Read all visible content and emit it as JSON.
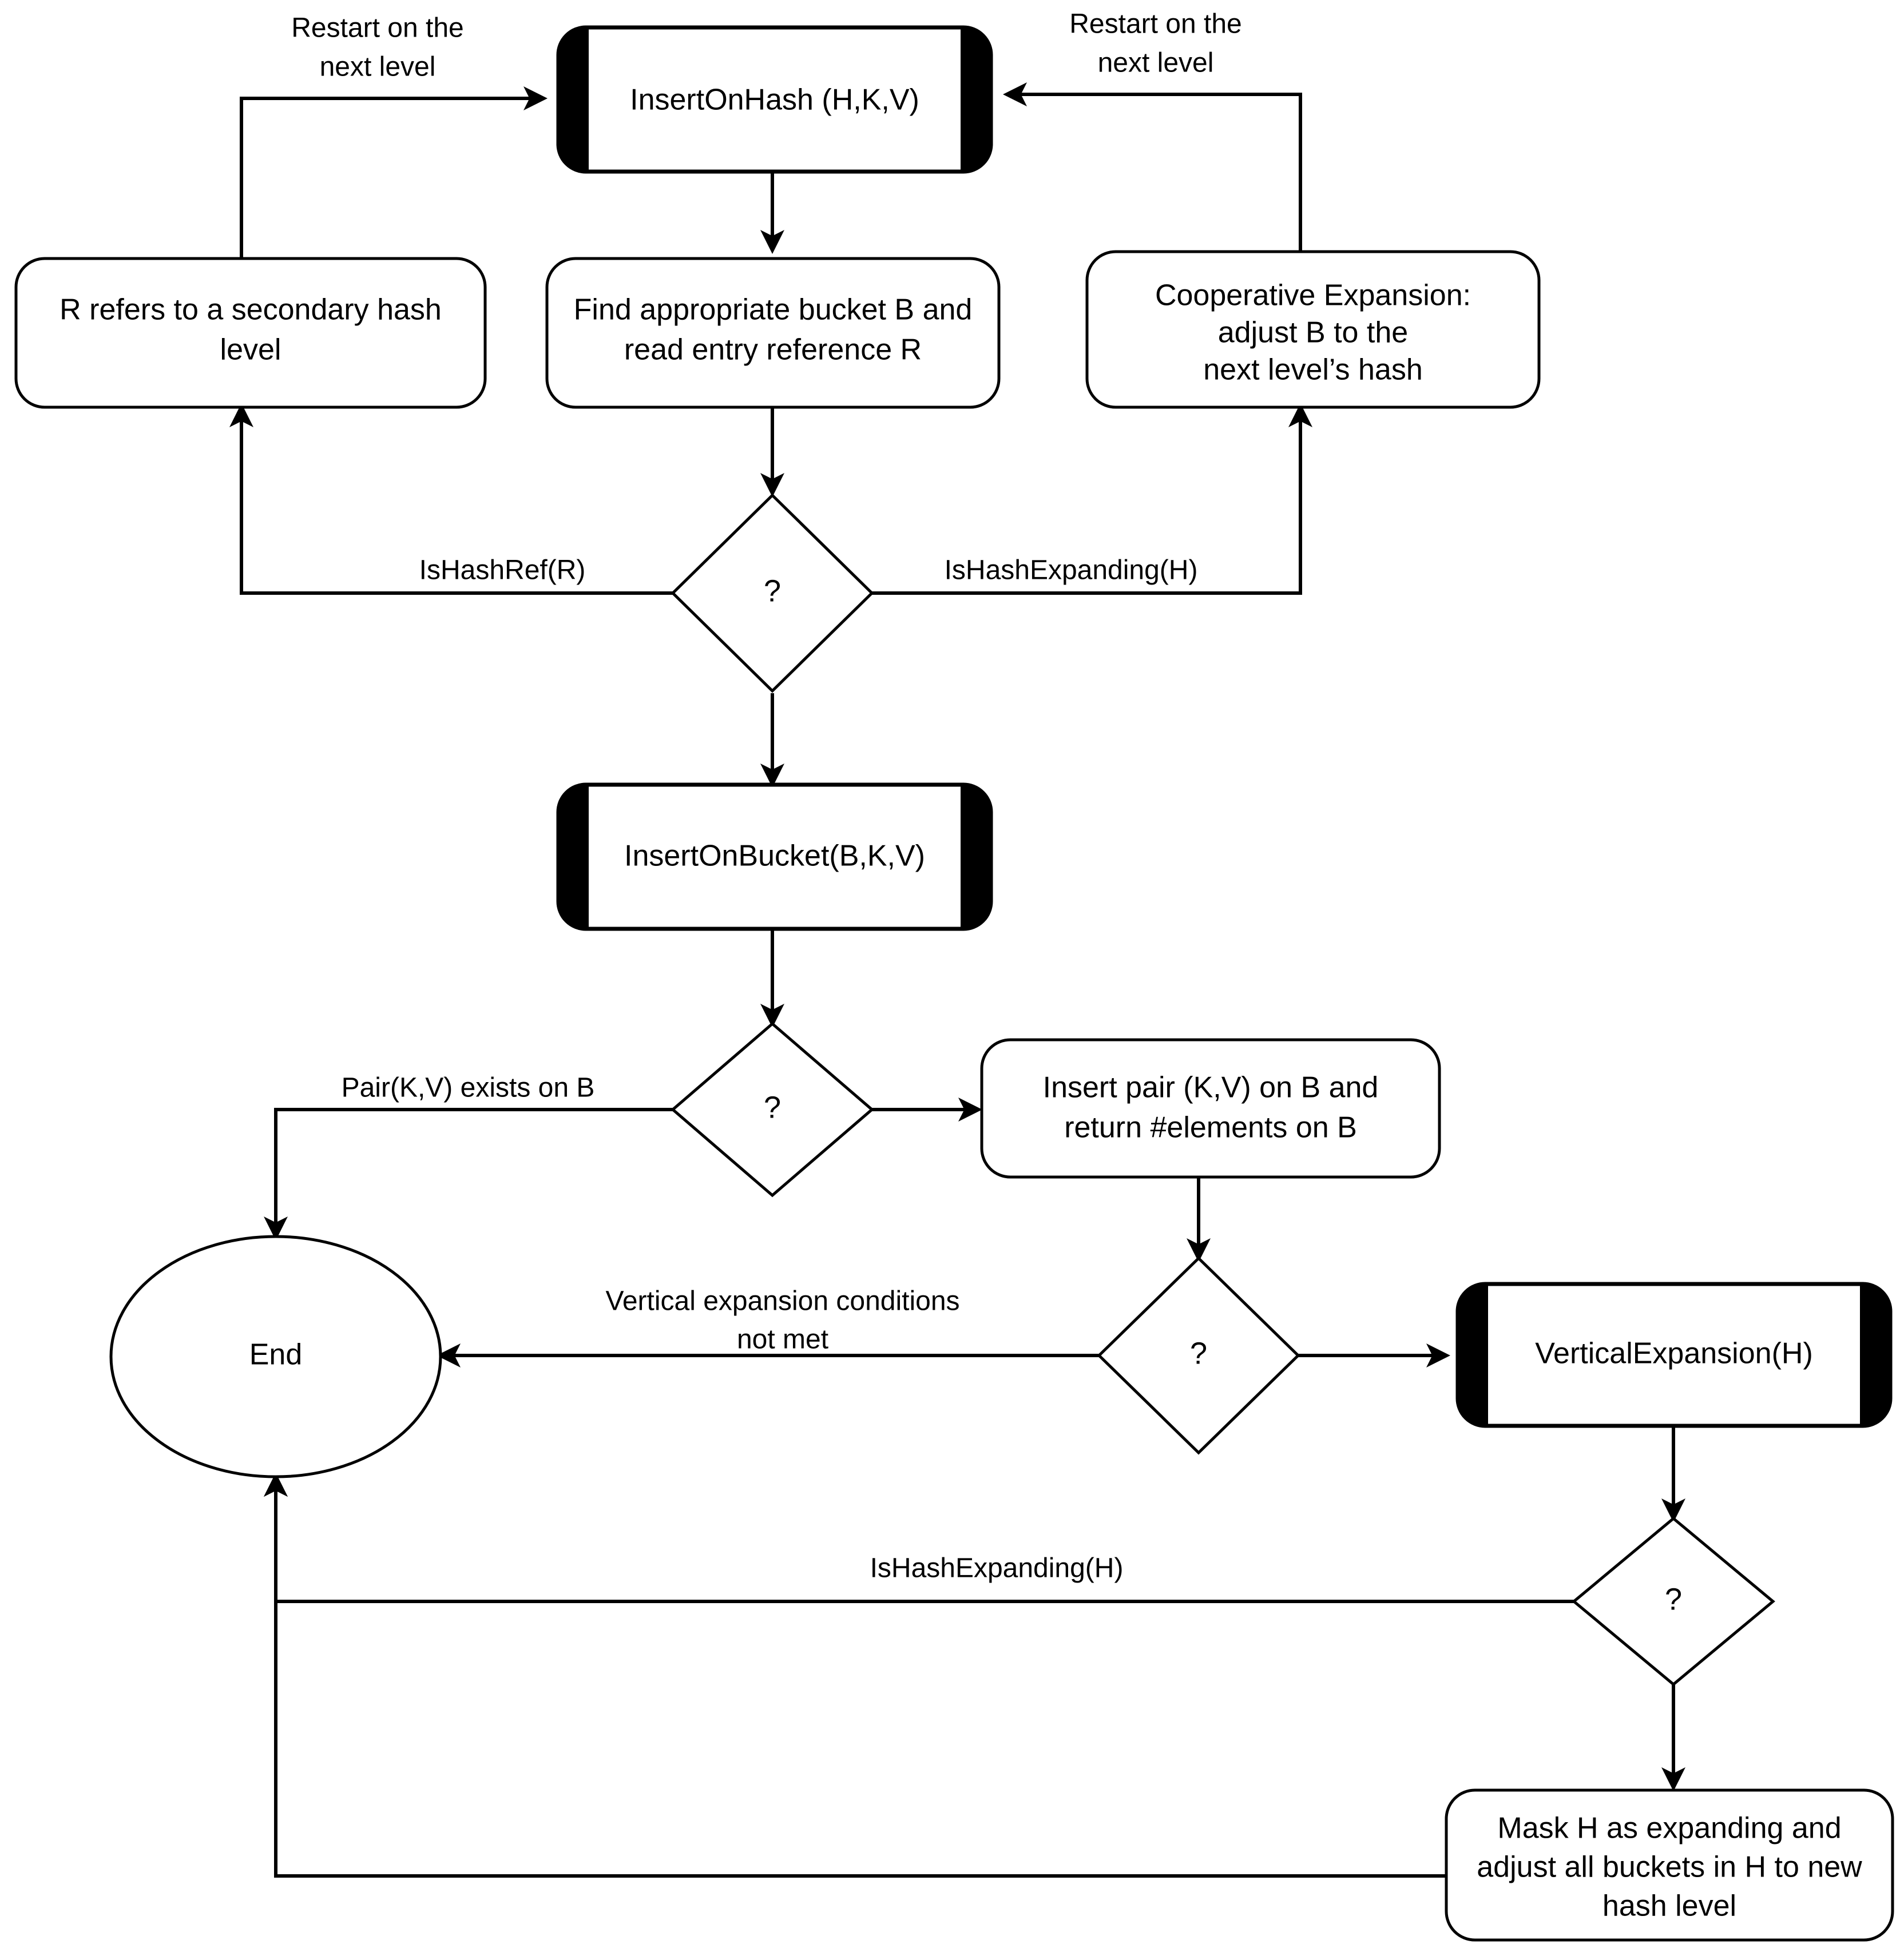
{
  "diagram": {
    "title": "InsertOnHash flowchart",
    "colors": {
      "background": "#ffffff",
      "stroke": "#000000",
      "fill": "#ffffff",
      "subroutine_bar": "#000000"
    },
    "nodes": {
      "insert_on_hash": {
        "label": "InsertOnHash (H,K,V)",
        "shape": "subroutine"
      },
      "r_refers": {
        "label_line1": "R refers to a secondary hash",
        "label_line2": "level",
        "shape": "process"
      },
      "find_bucket": {
        "label_line1": "Find appropriate bucket B and",
        "label_line2": "read entry reference R",
        "shape": "process"
      },
      "cooperative_expansion": {
        "label_line1": "Cooperative Expansion:",
        "label_line2": "adjust B to the",
        "label_line3": "next level’s hash",
        "shape": "process"
      },
      "decision_hash": {
        "label": "?",
        "shape": "decision"
      },
      "insert_on_bucket": {
        "label": "InsertOnBucket(B,K,V)",
        "shape": "subroutine"
      },
      "decision_pair": {
        "label": "?",
        "shape": "decision"
      },
      "insert_pair": {
        "label_line1": "Insert pair (K,V) on B and",
        "label_line2": "return #elements on B",
        "shape": "process"
      },
      "end": {
        "label": "End",
        "shape": "terminator"
      },
      "decision_vertical": {
        "label": "?",
        "shape": "decision"
      },
      "vertical_expansion": {
        "label": "VerticalExpansion(H)",
        "shape": "subroutine"
      },
      "decision_expanding": {
        "label": "?",
        "shape": "decision"
      },
      "mask_h": {
        "label_line1": "Mask H as expanding and",
        "label_line2": "adjust all buckets in H to new",
        "label_line3": "hash level",
        "shape": "process"
      }
    },
    "edge_labels": {
      "restart_left_line1": "Restart on the",
      "restart_left_line2": "next level",
      "restart_right_line1": "Restart on the",
      "restart_right_line2": "next level",
      "is_hash_ref": "IsHashRef(R)",
      "is_hash_expanding_top": "IsHashExpanding(H)",
      "pair_exists": "Pair(K,V) exists on B",
      "vertical_not_met_line1": "Vertical expansion conditions",
      "vertical_not_met_line2": "not met",
      "is_hash_expanding_bottom": "IsHashExpanding(H)"
    }
  }
}
